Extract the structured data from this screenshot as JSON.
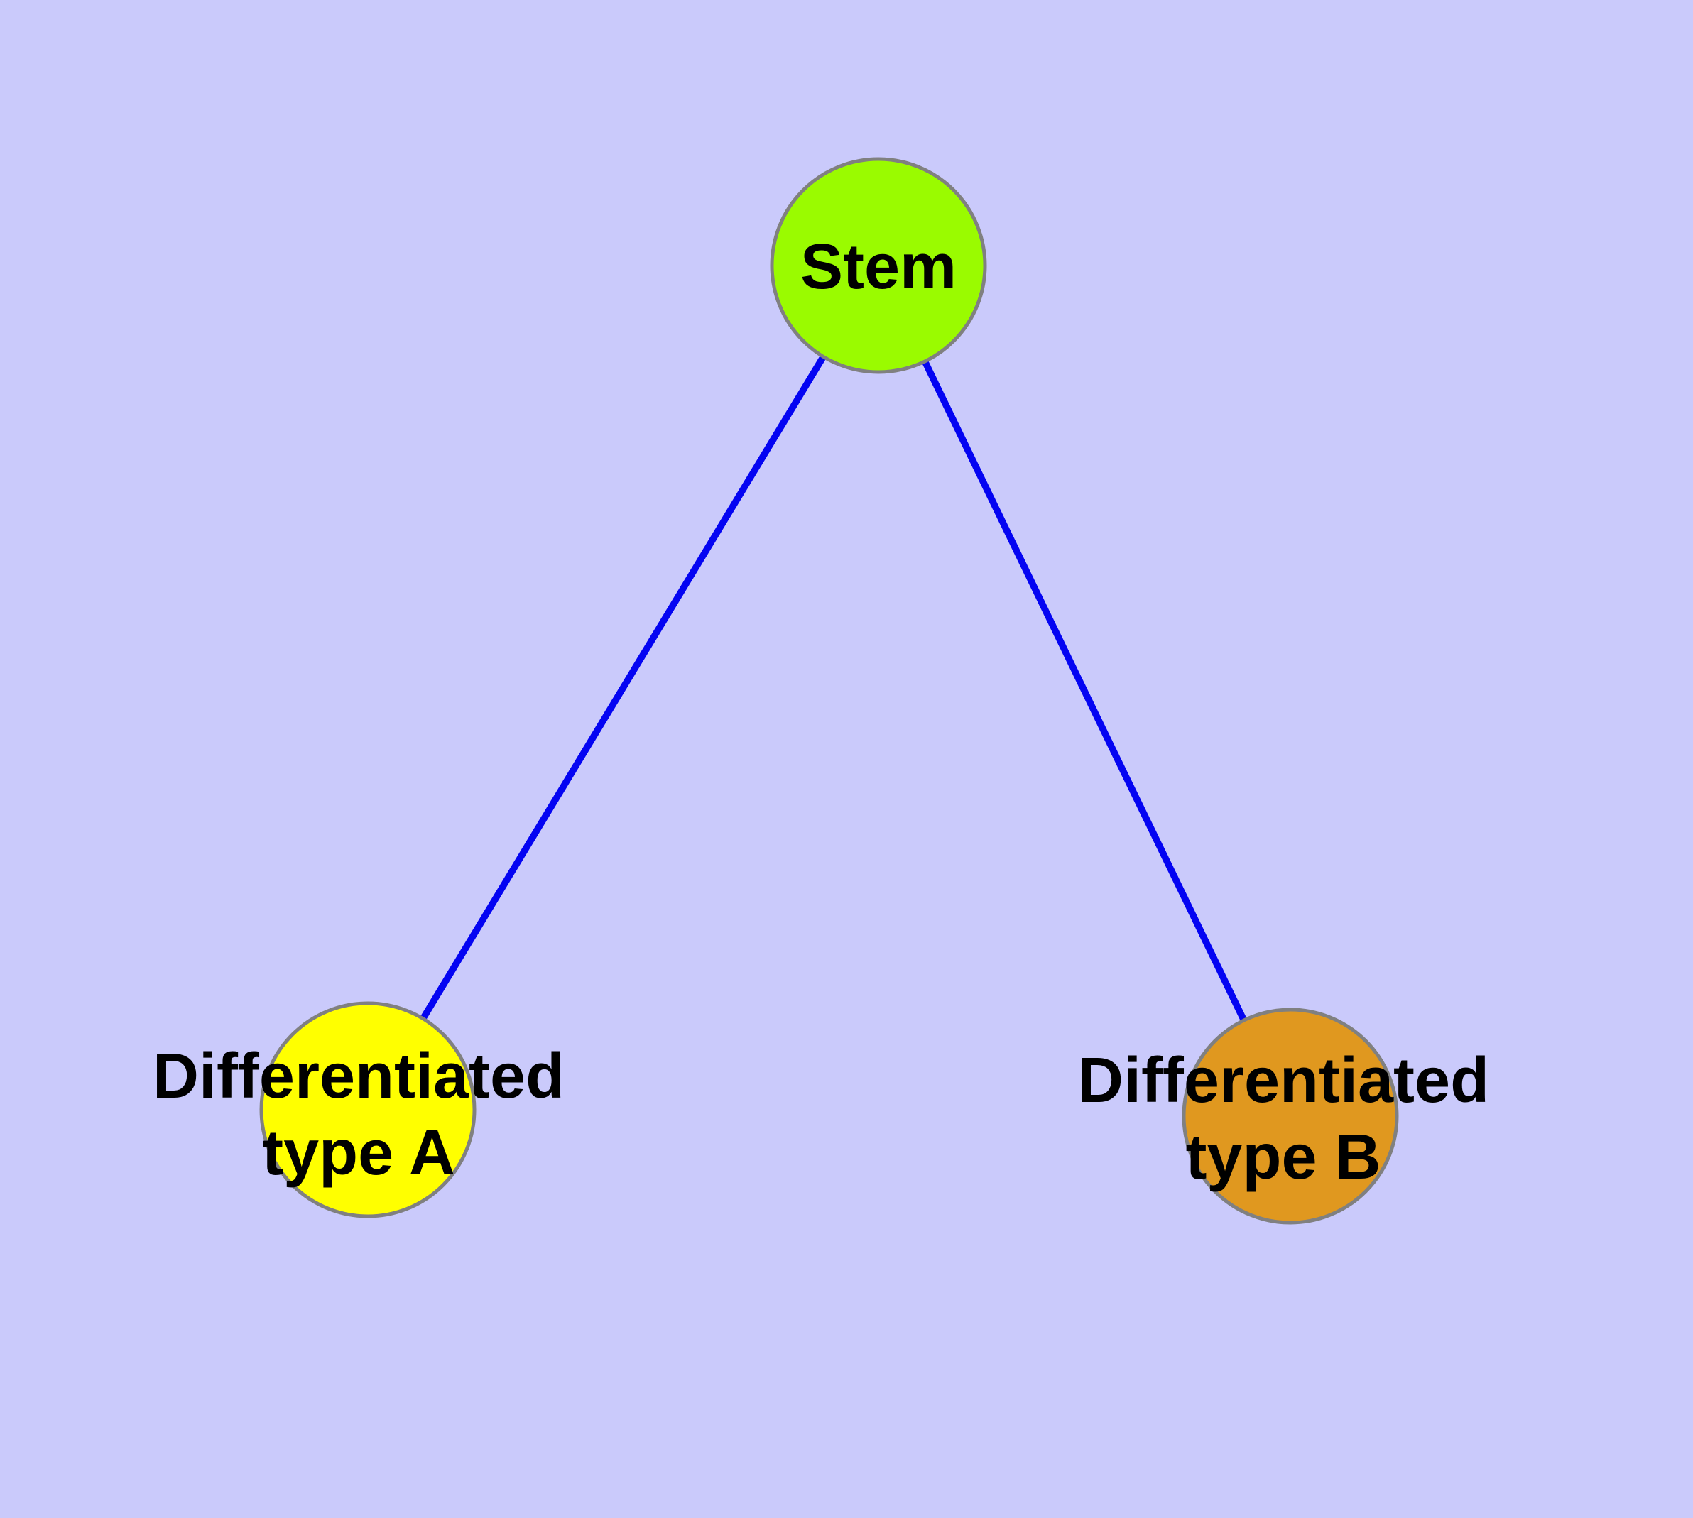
{
  "diagram": {
    "background_color": "#CACAFB",
    "edge_color": "#0404F2",
    "node_stroke_color": "#808080",
    "text_color": "#000000",
    "nodes": {
      "stem": {
        "label": "Stem",
        "fill": "#9AFB00"
      },
      "type_a": {
        "label_line1": "Differentiated",
        "label_line2": "type A",
        "fill": "#FFFF00"
      },
      "type_b": {
        "label_line1": "Differentiated",
        "label_line2": "type B",
        "fill": "#E0981F"
      }
    },
    "edges": [
      {
        "from": "stem",
        "to": "type_a"
      },
      {
        "from": "stem",
        "to": "type_b"
      }
    ]
  }
}
